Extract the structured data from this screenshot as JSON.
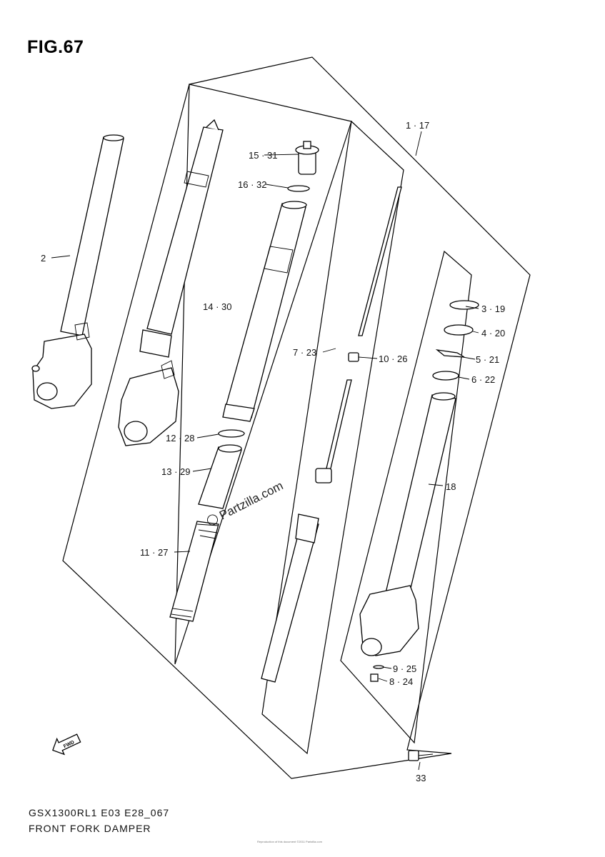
{
  "figure": {
    "title": "FIG.67"
  },
  "parts": {
    "p1": "1 · 17",
    "p2": "2",
    "p3": "3 · 19",
    "p4": "4 · 20",
    "p5": "5 · 21",
    "p6": "6 · 22",
    "p7": "7 · 23",
    "p8": "8 · 24",
    "p9": "9 · 25",
    "p10": "10 · 26",
    "p11": "11 · 27",
    "p12": "12 · 28",
    "p13": "13 · 29",
    "p14": "14 · 30",
    "p15": "15 · 31",
    "p16": "16 · 32",
    "p18": "18",
    "p33": "33"
  },
  "watermark": {
    "text": "Partzilla.com"
  },
  "direction_arrow": {
    "text": "FWD",
    "icon": "fwd-arrow-icon"
  },
  "footer": {
    "model": "GSX1300RL1 E03 E28_067",
    "name": "FRONT FORK DAMPER"
  },
  "copyright": {
    "text": "Reproduction of this document ©2011 Partzilla.com"
  }
}
